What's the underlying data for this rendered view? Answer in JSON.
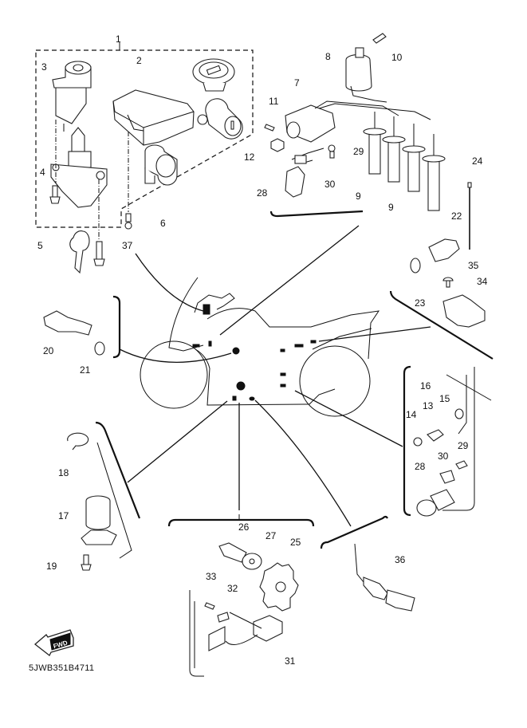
{
  "diagram": {
    "title": "Electrical parts diagram",
    "part_code": "5JWB351B4711",
    "fwd_label": "FWD",
    "callouts": [
      {
        "id": "1",
        "label": "1"
      },
      {
        "id": "2",
        "label": "2"
      },
      {
        "id": "3",
        "label": "3"
      },
      {
        "id": "4",
        "label": "4"
      },
      {
        "id": "5",
        "label": "5"
      },
      {
        "id": "6",
        "label": "6"
      },
      {
        "id": "7",
        "label": "7"
      },
      {
        "id": "8",
        "label": "8"
      },
      {
        "id": "9a",
        "label": "9"
      },
      {
        "id": "9b",
        "label": "9"
      },
      {
        "id": "10",
        "label": "10"
      },
      {
        "id": "11",
        "label": "11"
      },
      {
        "id": "12",
        "label": "12"
      },
      {
        "id": "13",
        "label": "13"
      },
      {
        "id": "14",
        "label": "14"
      },
      {
        "id": "15",
        "label": "15"
      },
      {
        "id": "16",
        "label": "16"
      },
      {
        "id": "17",
        "label": "17"
      },
      {
        "id": "18",
        "label": "18"
      },
      {
        "id": "19",
        "label": "19"
      },
      {
        "id": "20",
        "label": "20"
      },
      {
        "id": "21",
        "label": "21"
      },
      {
        "id": "22",
        "label": "22"
      },
      {
        "id": "23",
        "label": "23"
      },
      {
        "id": "24",
        "label": "24"
      },
      {
        "id": "25",
        "label": "25"
      },
      {
        "id": "26",
        "label": "26"
      },
      {
        "id": "27",
        "label": "27"
      },
      {
        "id": "28a",
        "label": "28"
      },
      {
        "id": "28b",
        "label": "28"
      },
      {
        "id": "29a",
        "label": "29"
      },
      {
        "id": "29b",
        "label": "29"
      },
      {
        "id": "30a",
        "label": "30"
      },
      {
        "id": "30b",
        "label": "30"
      },
      {
        "id": "31",
        "label": "31"
      },
      {
        "id": "32",
        "label": "32"
      },
      {
        "id": "33",
        "label": "33"
      },
      {
        "id": "34",
        "label": "34"
      },
      {
        "id": "35",
        "label": "35"
      },
      {
        "id": "36",
        "label": "36"
      },
      {
        "id": "37",
        "label": "37"
      }
    ]
  }
}
